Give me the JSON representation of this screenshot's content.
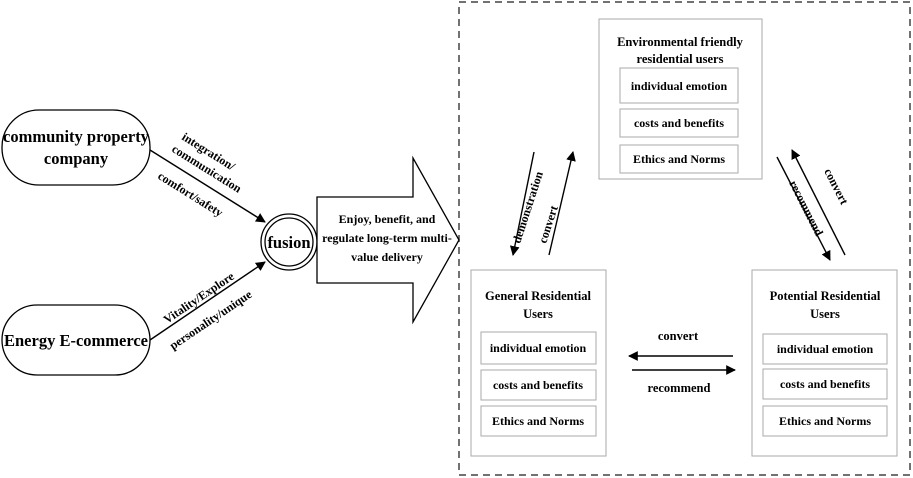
{
  "left": {
    "company": [
      "community property",
      "company"
    ],
    "ecommerce": "Energy E-commerce",
    "company_arrow": {
      "line1": "integration/",
      "line2": "communication",
      "line3": "comfort/safety"
    },
    "ecommerce_arrow": {
      "line1": "Vitality/Explore",
      "line2": "personality/unique"
    },
    "fusion": "fusion",
    "big_arrow_text": [
      "Enjoy, benefit, and",
      "regulate long-term multi-",
      "value delivery"
    ]
  },
  "factors": [
    "individual emotion",
    "costs and benefits",
    "Ethics and Norms"
  ],
  "boxes": {
    "env": [
      "Environmental friendly",
      "residential users"
    ],
    "general": [
      "General Residential",
      "Users"
    ],
    "potential": [
      "Potential Residential",
      "Users"
    ]
  },
  "relations": {
    "left_up": "demonstration",
    "left_down": "convert",
    "right_up": "convert",
    "right_down": "recommend",
    "bottom_top": "convert",
    "bottom_bottom": "recommend"
  }
}
